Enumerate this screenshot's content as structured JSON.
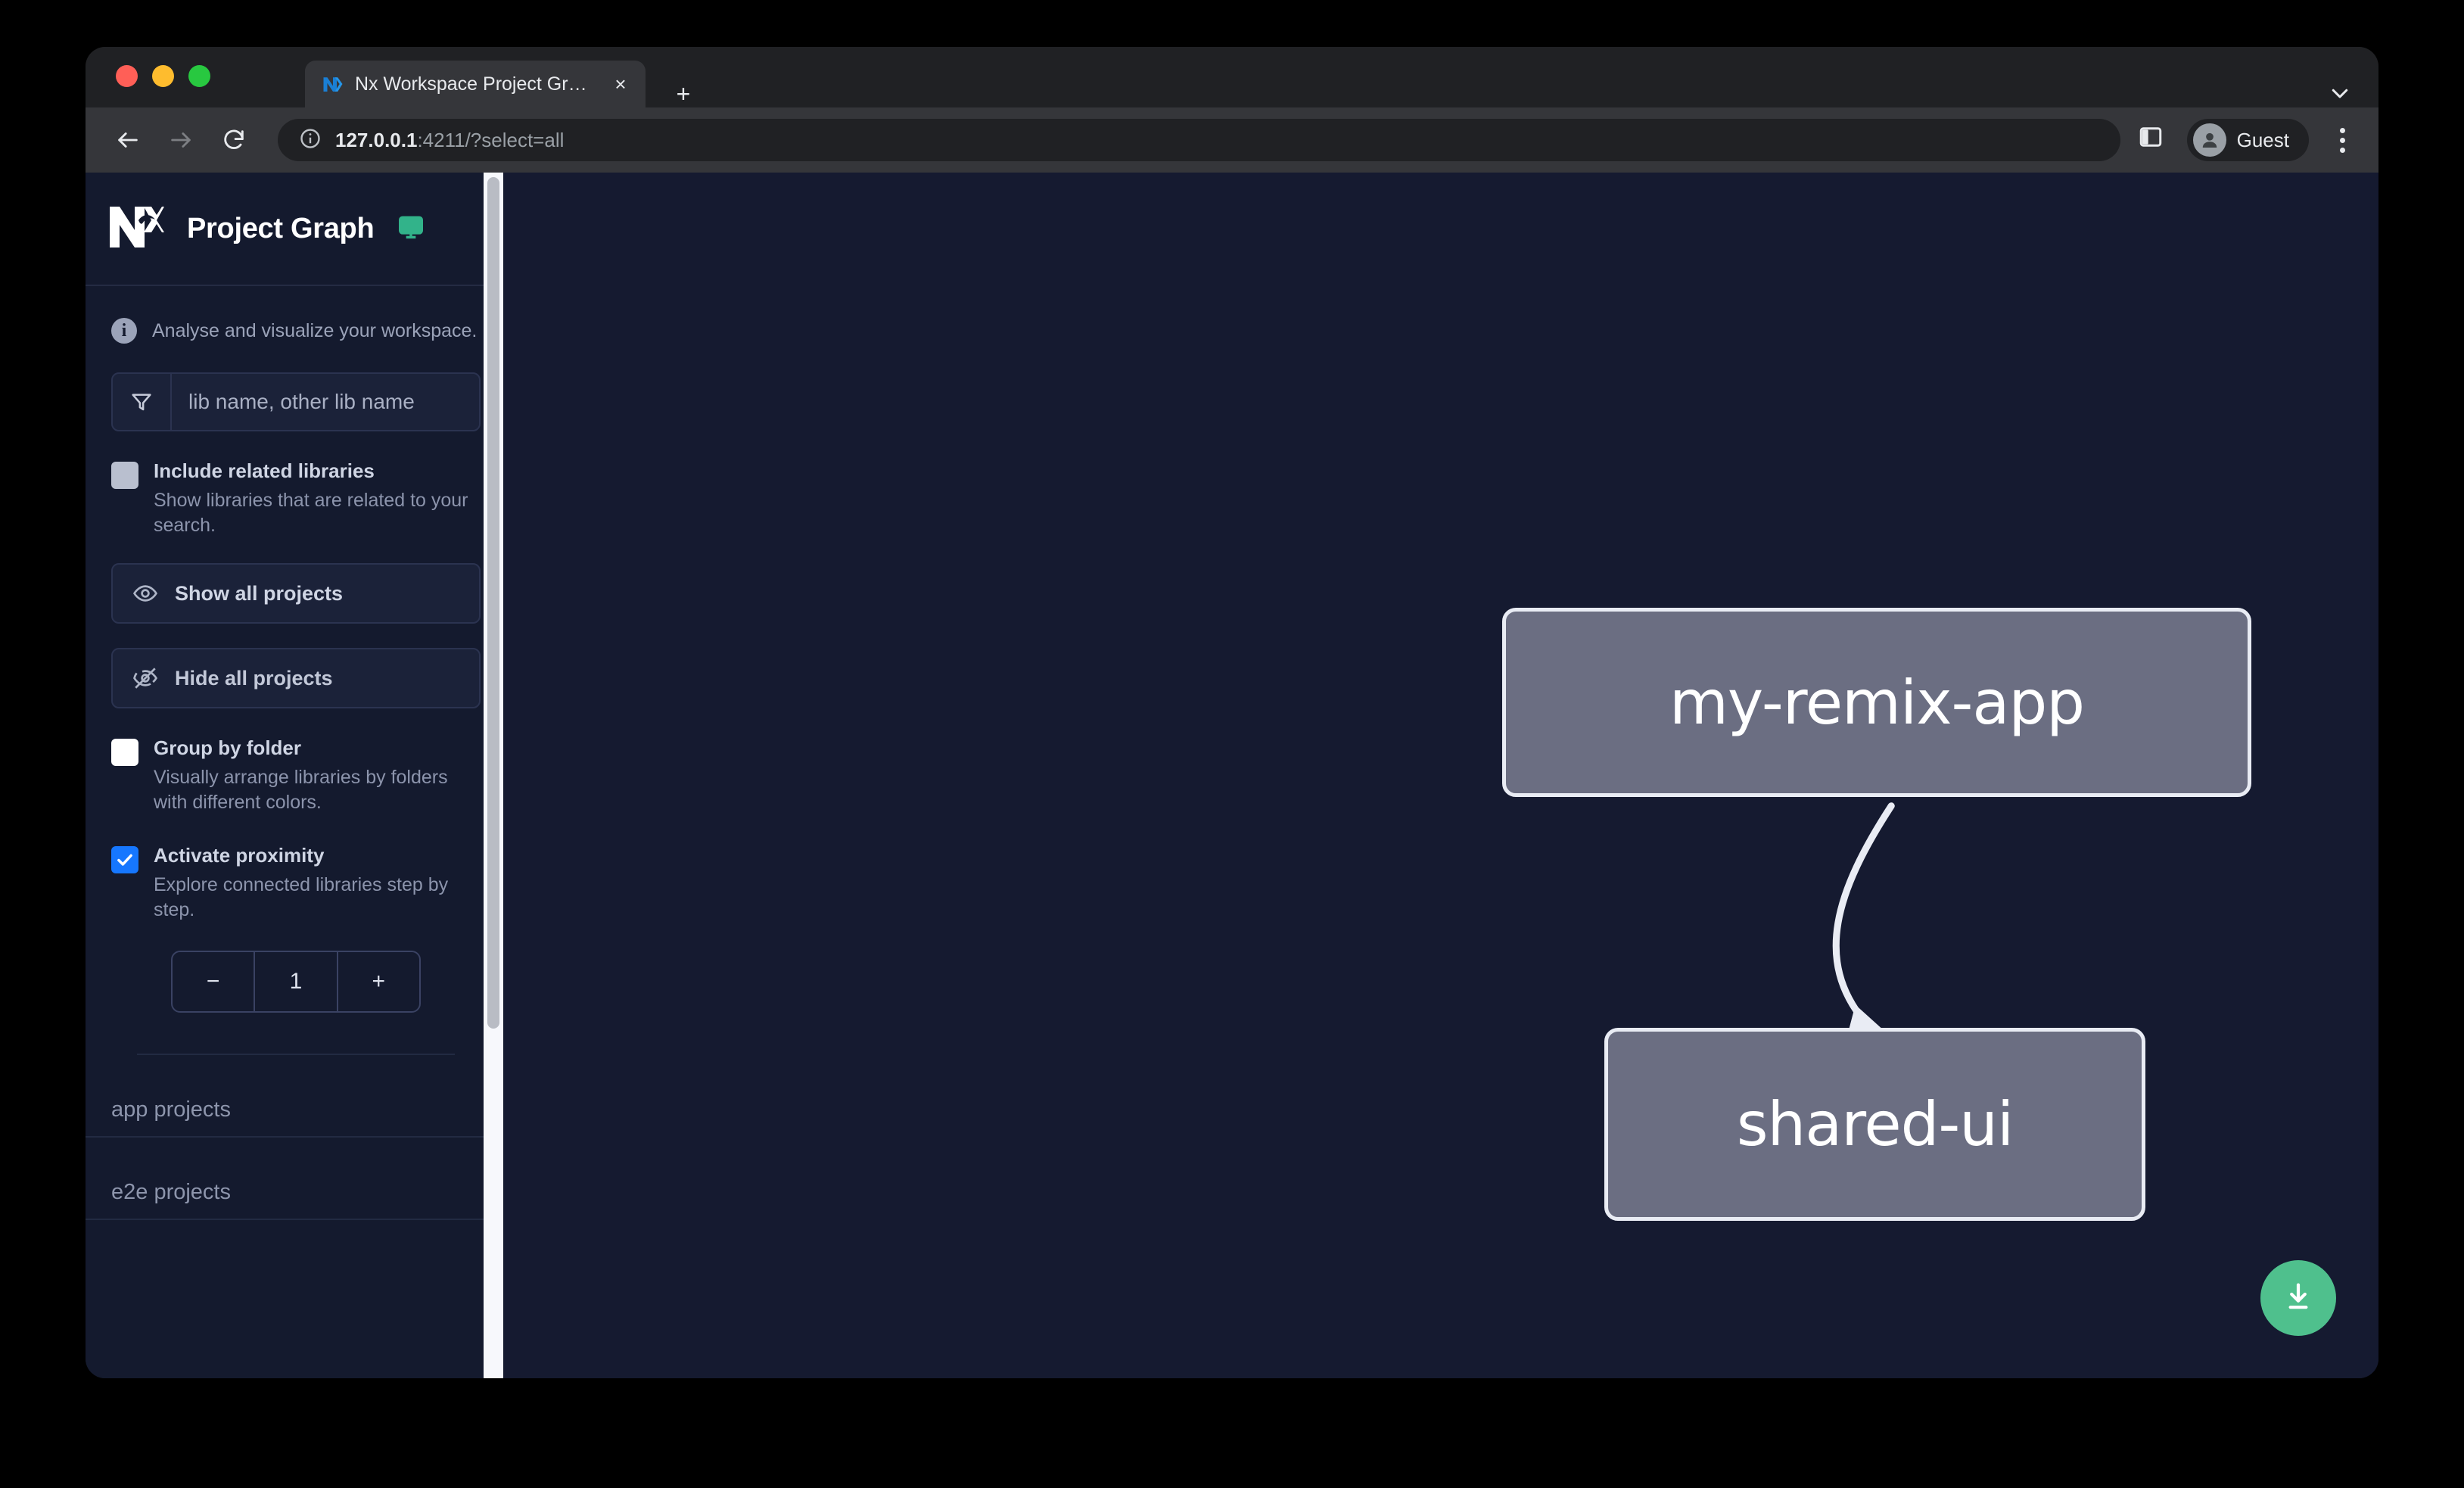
{
  "browser": {
    "tab": {
      "title": "Nx Workspace Project Graph",
      "favicon_name": "nx-favicon",
      "close_label": "×"
    },
    "new_tab_label": "+",
    "toolbar": {
      "back_label": "←",
      "forward_label": "→",
      "reload_label": "⟳",
      "url_host": "127.0.0.1",
      "url_rest": ":4211/?select=all",
      "profile_label": "Guest"
    }
  },
  "sidebar": {
    "app_title": "Project Graph",
    "info_badge": "i",
    "info_text": "Analyse and visualize your workspace.",
    "filter": {
      "placeholder": "lib name, other lib name",
      "value": ""
    },
    "include_related": {
      "title": "Include related libraries",
      "desc": "Show libraries that are related to your search.",
      "checked": false,
      "disabled": true
    },
    "buttons": {
      "show_all": "Show all projects",
      "hide_all": "Hide all projects"
    },
    "group_by_folder": {
      "title": "Group by folder",
      "desc": "Visually arrange libraries by folders with different colors.",
      "checked": false
    },
    "activate_proximity": {
      "title": "Activate proximity",
      "desc": "Explore connected libraries step by step.",
      "checked": true
    },
    "stepper": {
      "decrement_label": "−",
      "value": "1",
      "increment_label": "+"
    },
    "sections": [
      {
        "label": "app projects"
      },
      {
        "label": "e2e projects"
      }
    ]
  },
  "graph": {
    "nodes": [
      {
        "id": "my-remix-app",
        "label": "my-remix-app"
      },
      {
        "id": "shared-ui",
        "label": "shared-ui"
      }
    ],
    "edges": [
      {
        "from": "my-remix-app",
        "to": "shared-ui"
      }
    ],
    "download_button_name": "download-graph-button"
  },
  "colors": {
    "accent_green": "#4fc08d",
    "checkbox_blue": "#1677ff",
    "node_fill": "#6b6e82",
    "canvas_bg": "#151a30",
    "sidebar_bg": "#141a2e"
  }
}
